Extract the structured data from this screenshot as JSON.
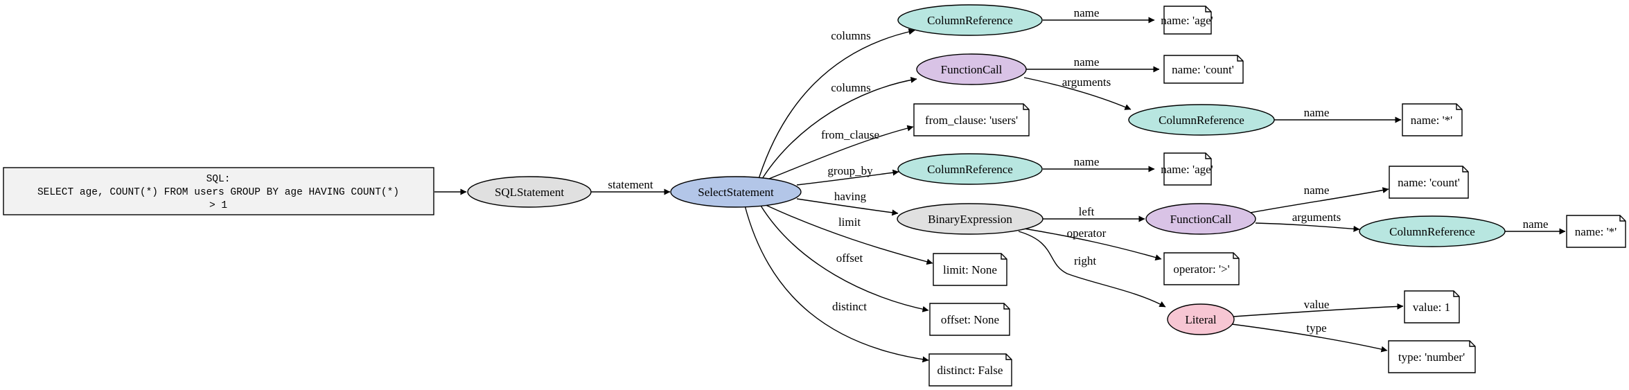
{
  "colors": {
    "sql_box": "#f2f2f2",
    "sqlstatement": "#e0e0e0",
    "selectstatement": "#b3c6e8",
    "columnreference": "#b8e6e0",
    "functioncall": "#d9c3e6",
    "binaryexpression": "#e0e0e0",
    "literal": "#f7c6d3",
    "leaf": "#ffffff"
  },
  "nodes": {
    "sql": {
      "lines": [
        "SQL:",
        "SELECT age, COUNT(*) FROM users GROUP BY age HAVING COUNT(*)",
        "> 1"
      ]
    },
    "sqlstatement": {
      "label": "SQLStatement"
    },
    "selectstatement": {
      "label": "SelectStatement"
    },
    "colref_age_top": {
      "label": "ColumnReference"
    },
    "name_age_top": {
      "label": "name: 'age'"
    },
    "funccall_top": {
      "label": "FunctionCall"
    },
    "name_count_top": {
      "label": "name: 'count'"
    },
    "colref_star_top": {
      "label": "ColumnReference"
    },
    "name_star_top": {
      "label": "name: '*'"
    },
    "from_clause": {
      "label": "from_clause: 'users'"
    },
    "colref_group": {
      "label": "ColumnReference"
    },
    "name_age_group": {
      "label": "name: 'age'"
    },
    "binexpr": {
      "label": "BinaryExpression"
    },
    "funccall_having": {
      "label": "FunctionCall"
    },
    "name_count_having": {
      "label": "name: 'count'"
    },
    "colref_star_having": {
      "label": "ColumnReference"
    },
    "name_star_having": {
      "label": "name: '*'"
    },
    "operator": {
      "label": "operator: '>'"
    },
    "literal": {
      "label": "Literal"
    },
    "value": {
      "label": "value: 1"
    },
    "type": {
      "label": "type: 'number'"
    },
    "limit": {
      "label": "limit: None"
    },
    "offset": {
      "label": "offset: None"
    },
    "distinct": {
      "label": "distinct: False"
    }
  },
  "edges": {
    "statement": "statement",
    "columns_1": "columns",
    "columns_2": "columns",
    "from_clause": "from_clause",
    "group_by": "group_by",
    "having": "having",
    "limit": "limit",
    "offset": "offset",
    "distinct": "distinct",
    "name_1": "name",
    "name_2": "name",
    "arguments_1": "arguments",
    "name_3": "name",
    "name_4": "name",
    "left": "left",
    "operator": "operator",
    "right": "right",
    "name_5": "name",
    "arguments_2": "arguments",
    "name_6": "name",
    "value": "value",
    "type": "type"
  }
}
